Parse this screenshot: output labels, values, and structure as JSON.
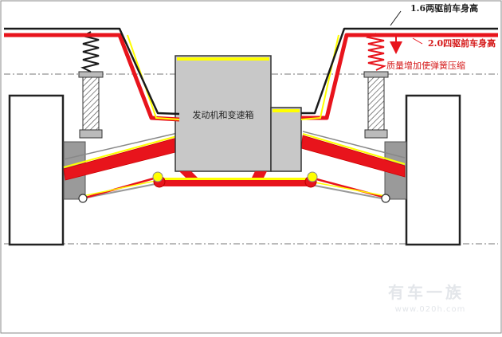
{
  "labels": {
    "height_2wd": "1.6两驱前车身高",
    "height_4wd": "2.0四驱前车身高",
    "spring_compress": "质量增加使弹簧压缩",
    "engine_box": "发动机和变速箱"
  },
  "watermark": {
    "brand": "有车一族",
    "site": "www.020h.com"
  },
  "colors": {
    "body_2wd": "#1a1a1a",
    "body_4wd": "#e8141c",
    "highlight": "#ffff00",
    "engine": "#c8c8c8",
    "wheel": "#ffffff",
    "strut": "#888888"
  }
}
